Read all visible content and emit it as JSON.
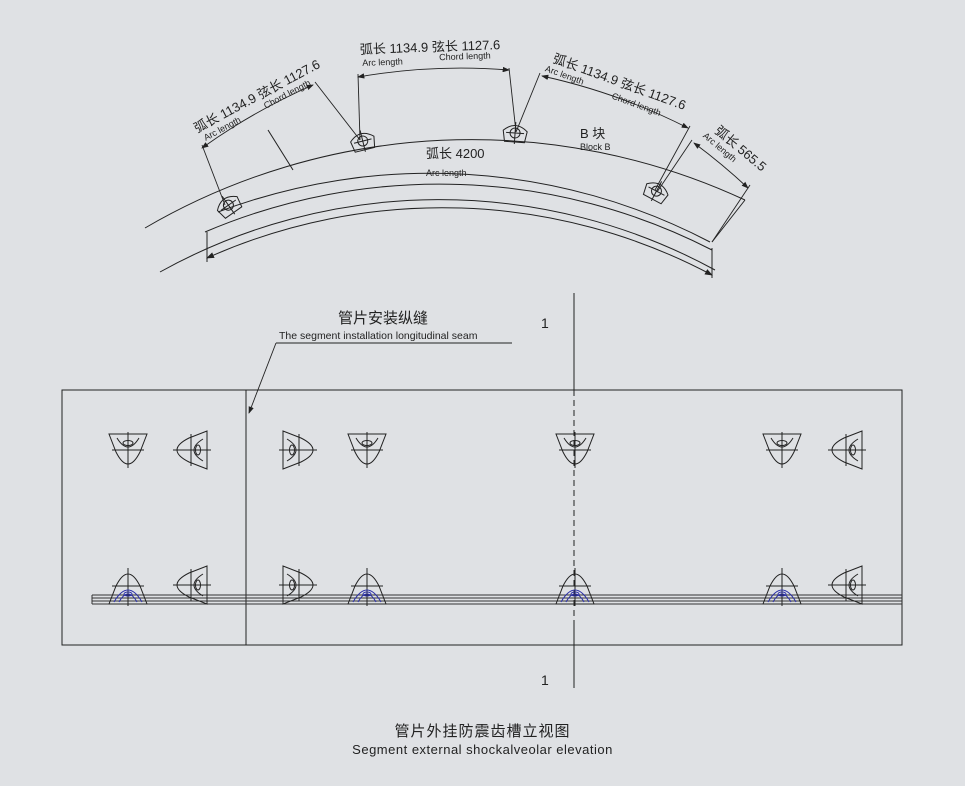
{
  "plan_view": {
    "dim_left": {
      "main": "弧长 1134.9 弦长 1127.6",
      "arc_en": "Arc length",
      "chord_en": "Chord length"
    },
    "dim_mid": {
      "main": "弧长 1134.9 弦长 1127.6",
      "arc_en": "Arc length",
      "chord_en": "Chord length"
    },
    "dim_right": {
      "main": "弧长 1134.9 弦长 1127.6",
      "arc_en": "Arc length",
      "chord_en": "Chord length"
    },
    "dim_end": {
      "main": "弧长 565.5",
      "arc_en": "Arc length"
    },
    "total_arc": {
      "main": "弧长 4200",
      "en": "Arc length"
    },
    "block": {
      "main": "B 块",
      "en": "Block B"
    }
  },
  "elevation": {
    "seam_label_cn": "管片安装纵缝",
    "seam_label_en": "The segment installation longitudinal seam",
    "section_mark_top": "1",
    "section_mark_bottom": "1"
  },
  "caption": {
    "cn": "管片外挂防震齿槽立视图",
    "en": "Segment external shockalveolar elevation"
  }
}
